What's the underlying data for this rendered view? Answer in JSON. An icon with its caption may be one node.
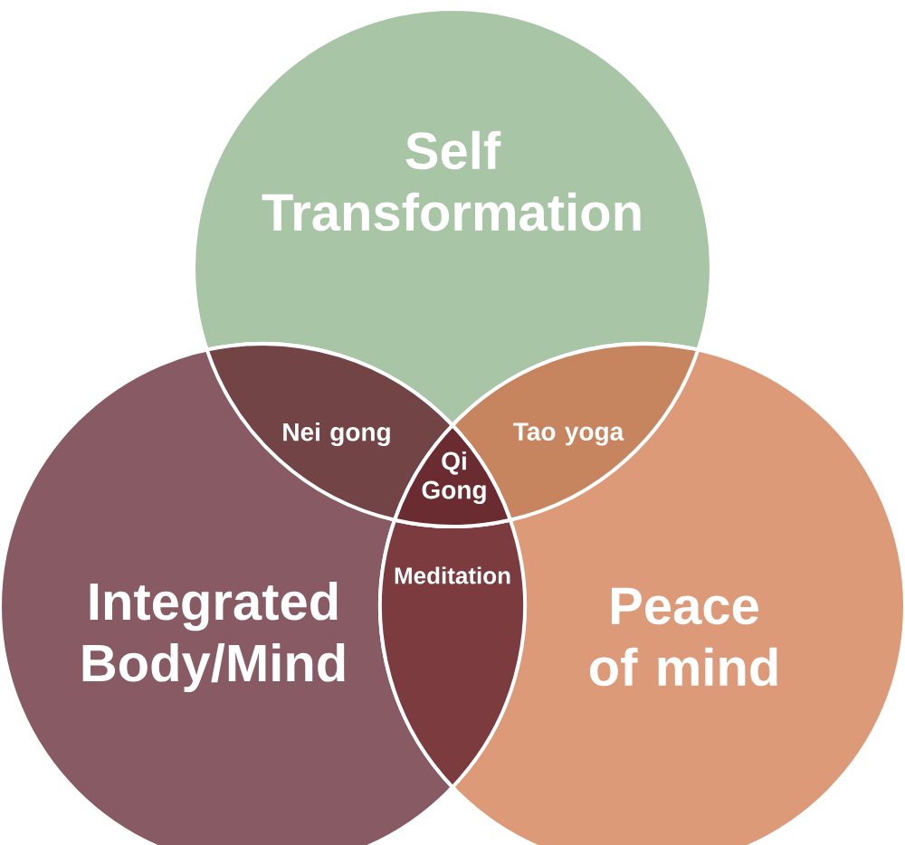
{
  "diagram": {
    "nodes": [
      {
        "text": [
          "Self Transformation"
        ]
      },
      {
        "text": [
          "Integrated Body/Mind"
        ]
      },
      {
        "text": [
          "Peace of mind"
        ]
      },
      {
        "text": [
          "Nei gong"
        ]
      },
      {
        "text": [
          "Tao yoga"
        ]
      },
      {
        "text": [
          "Meditation"
        ]
      },
      {
        "text": [
          "Qi Gong"
        ]
      }
    ]
  }
}
